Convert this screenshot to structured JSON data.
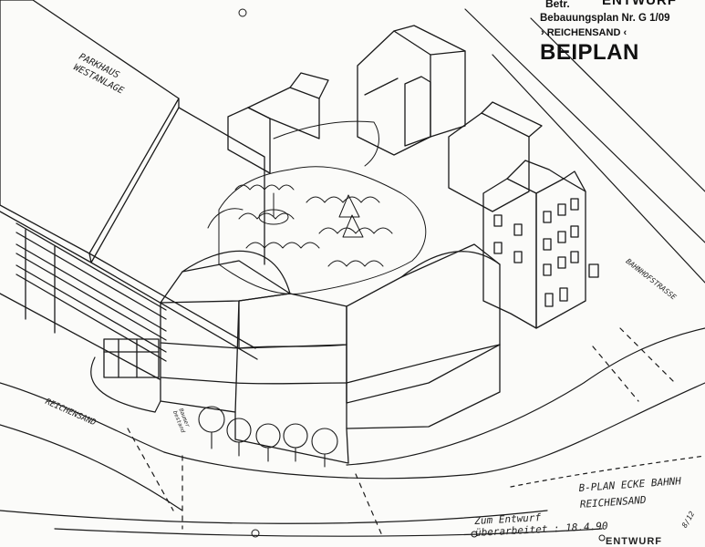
{
  "header": {
    "betr": "Betr.",
    "entwurf": "ENTWURF",
    "bebauungsplan": "Bebauungsplan Nr. G 1/09",
    "reichensand": "› REICHENSAND ‹",
    "beiplan": "BEIPLAN"
  },
  "labels": {
    "parkhaus_line1": "PARKHAUS",
    "parkhaus_line2": "WESTANLAGE",
    "bahnhofstrasse": "BAHNHOFSTRASSE",
    "reichensand_street": "REICHENSAND",
    "tree_note_line1": "Baumer",
    "tree_note_line2": "bestand"
  },
  "notes": {
    "bplan_line1": "B-PLAN ECKE BAHNH",
    "bplan_line2": "REICHENSAND",
    "revision_line1": "Zum Entwurf",
    "revision_line2": "überarbeitet : 18.4.90",
    "page_number": "8/12",
    "bottom_cut": "ENTWURF"
  },
  "colors": {
    "ink": "#1a1a1a",
    "paper": "#fbfbf9"
  }
}
